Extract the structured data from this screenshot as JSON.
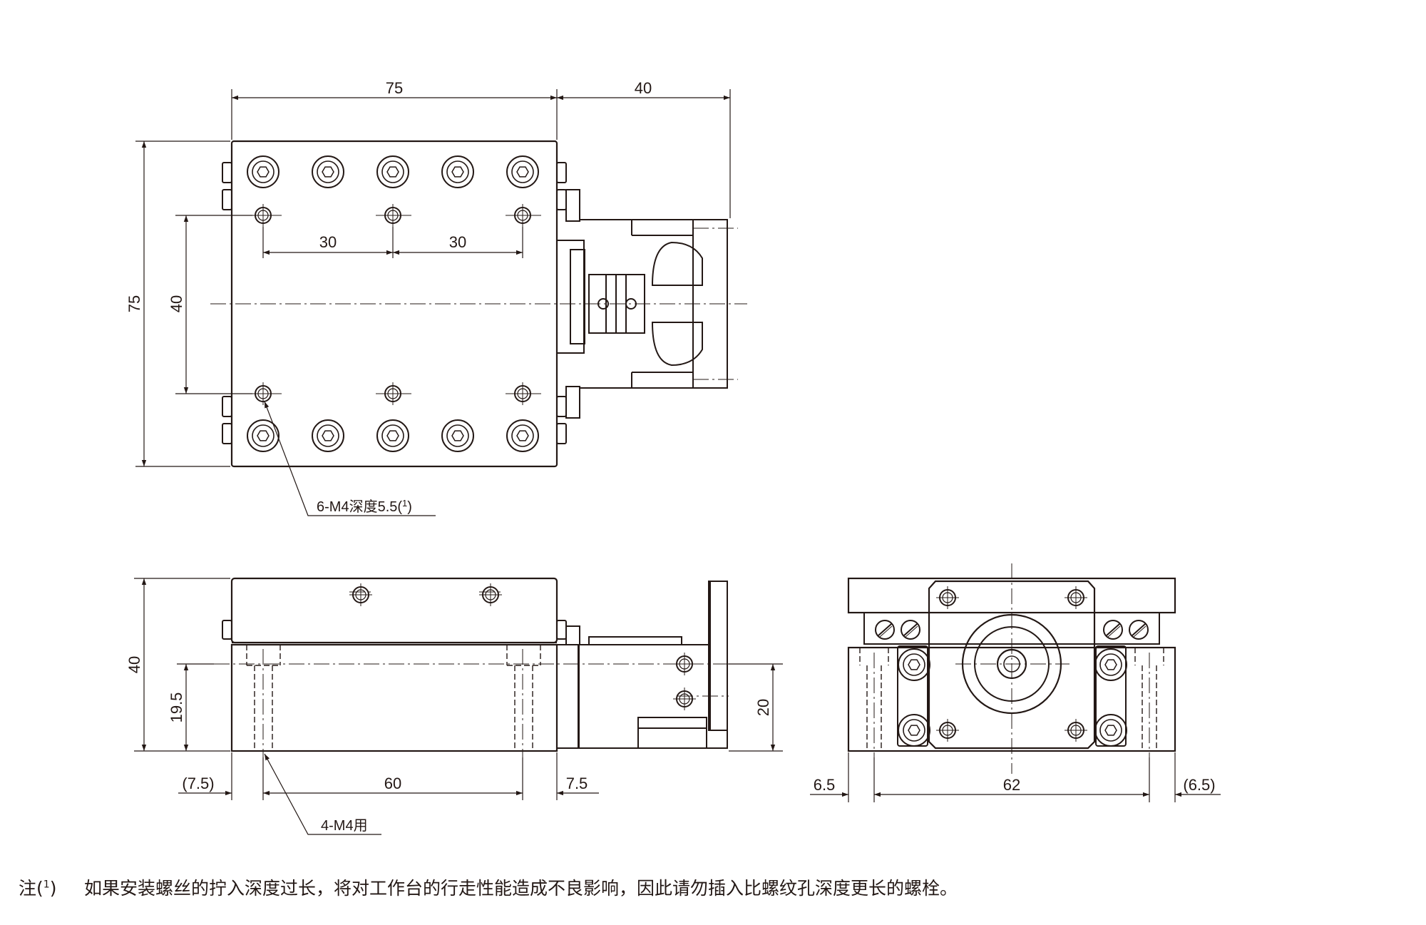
{
  "colors": {
    "ink": "#231815",
    "paper": "#ffffff"
  },
  "dims": {
    "top": {
      "width": "75",
      "motor": "40",
      "height": "75",
      "rows": "40",
      "pitch_left": "30",
      "pitch_right": "30",
      "callout": "6-M4深度5.5(",
      "callout_sup": "1",
      "callout_end": ")"
    },
    "side": {
      "height": "40",
      "h_mount": "19.5",
      "h_motor": "20",
      "left_off": "(7.5)",
      "pitch": "60",
      "right_off": "7.5",
      "callout": "4-M4用"
    },
    "end": {
      "left_off": "6.5",
      "pitch": "62",
      "right_off": "(6.5)"
    }
  },
  "note": {
    "prefix": "注(",
    "sup": "1",
    "suffix": ")",
    "text": "如果安装螺丝的拧入深度过长，将对工作台的行走性能造成不良影响，因此请勿插入比螺纹孔深度更长的螺栓。"
  }
}
